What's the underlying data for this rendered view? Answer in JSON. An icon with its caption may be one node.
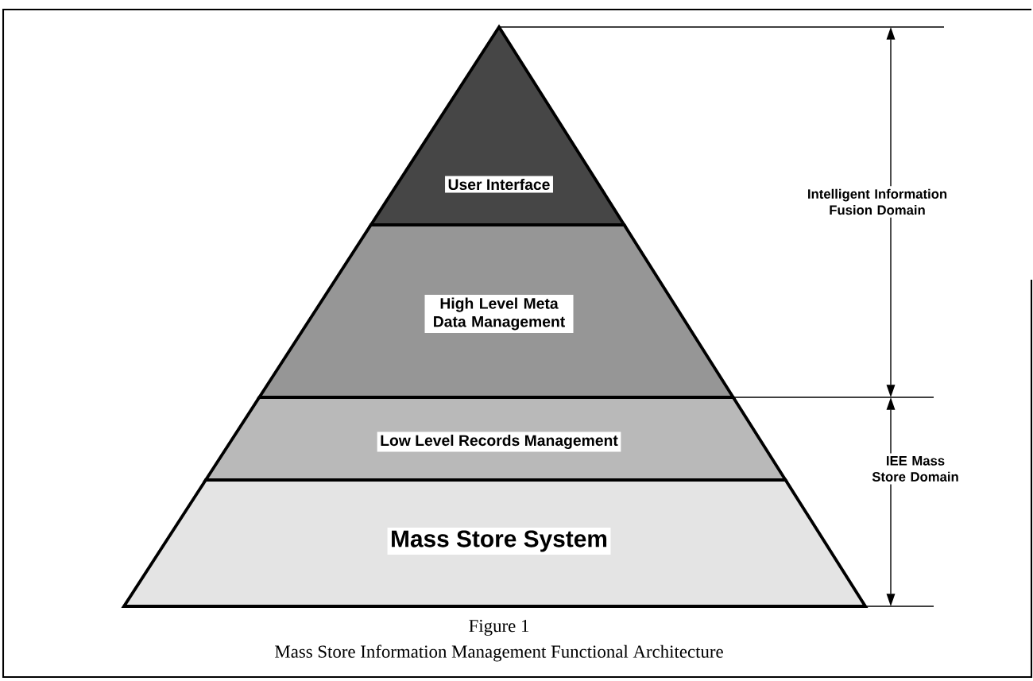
{
  "diagram": {
    "caption": "Mass Store Information Management Functional Architecture",
    "nodes": [
      {
        "text": [
          "User Interface"
        ]
      },
      {
        "text": [
          "High Level Meta Data Management"
        ]
      },
      {
        "text": [
          "Low Level Records Management"
        ]
      },
      {
        "text": [
          "Mass Store System"
        ]
      }
    ],
    "labels": [
      "Intelligent Information Fusion Domain",
      "IEE Mass Store Domain",
      "Figure 1"
    ]
  }
}
